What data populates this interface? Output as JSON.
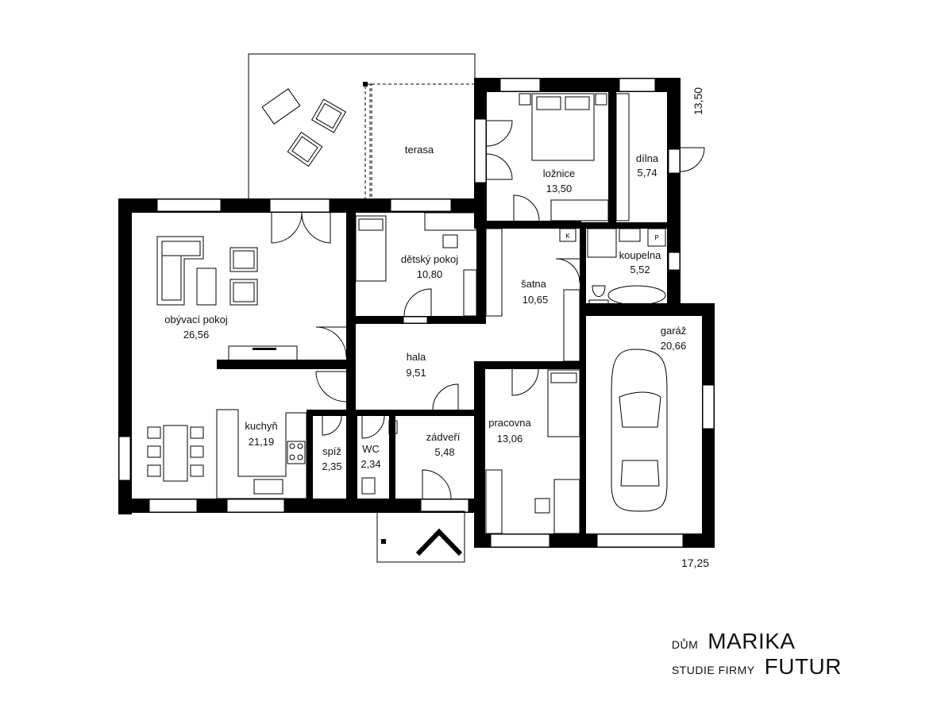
{
  "rooms": [
    {
      "name": "terasa",
      "area": ""
    },
    {
      "name": "ložnice",
      "area": "13,50"
    },
    {
      "name": "dílna",
      "area": "5,74"
    },
    {
      "name": "dětský pokoj",
      "area": "10,80"
    },
    {
      "name": "šatna",
      "area": "10,65"
    },
    {
      "name": "koupelna",
      "area": "5,52"
    },
    {
      "name": "obývací pokoj",
      "area": "26,56"
    },
    {
      "name": "hala",
      "area": "9,51"
    },
    {
      "name": "garáž",
      "area": "20,66"
    },
    {
      "name": "kuchyň",
      "area": "21,19"
    },
    {
      "name": "spíž",
      "area": "2,35"
    },
    {
      "name": "WC",
      "area": "2,34"
    },
    {
      "name": "zádveří",
      "area": "5,48"
    },
    {
      "name": "pracovna",
      "area": "13,06"
    }
  ],
  "dimensions": {
    "depth": "13,50",
    "width": "17,25"
  },
  "fixtures": {
    "kitchen_unit_label": "K",
    "boiler_label": "P"
  },
  "title_block": {
    "house_label": "DŮM",
    "house_name": "MARIKA",
    "study_label": "STUDIE FIRMY",
    "company_name": "FUTUR"
  }
}
